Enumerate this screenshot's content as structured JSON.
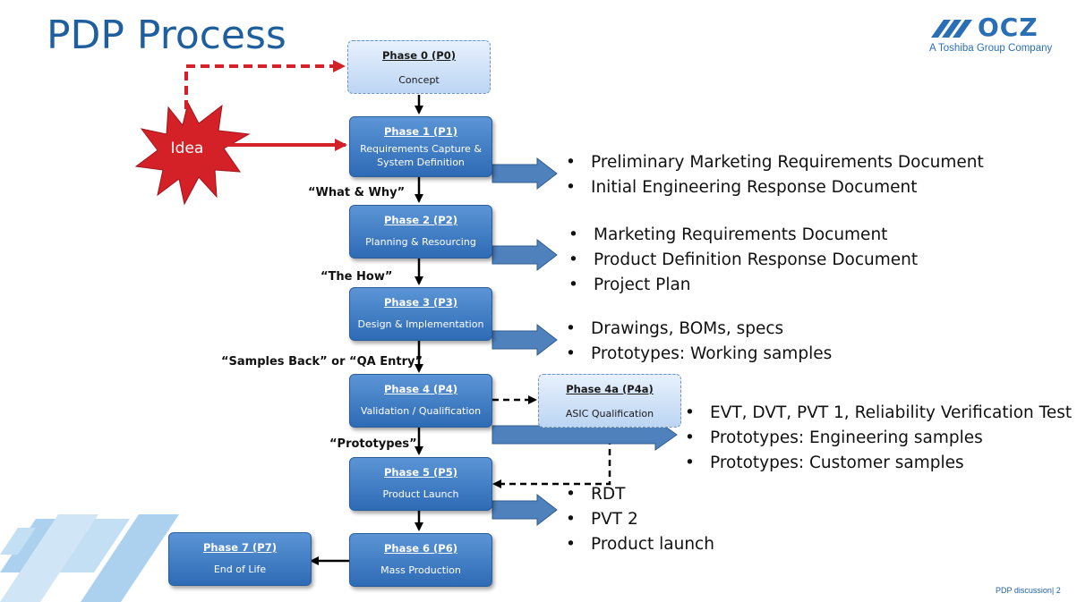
{
  "title": "PDP Process",
  "logo": {
    "brand": "OCZ",
    "tagline": "A Toshiba Group Company"
  },
  "idea_label": "Idea",
  "phases": [
    {
      "title": "Phase 0 (P0)",
      "desc": "Concept"
    },
    {
      "title": "Phase 1  (P1)",
      "desc": "Requirements Capture & System Definition"
    },
    {
      "title": "Phase 2  (P2)",
      "desc": "Planning & Resourcing"
    },
    {
      "title": "Phase 3 (P3)",
      "desc": "Design & Implementation"
    },
    {
      "title": "Phase 4 (P4)",
      "desc": "Validation / Qualification"
    },
    {
      "title": "Phase 4a (P4a)",
      "desc": "ASIC Qualification"
    },
    {
      "title": "Phase 5 (P5)",
      "desc": "Product Launch"
    },
    {
      "title": "Phase 6 (P6)",
      "desc": "Mass Production"
    },
    {
      "title": "Phase 7 (P7)",
      "desc": "End of Life"
    }
  ],
  "transitions": [
    "“What & Why”",
    "“The How”",
    "“Samples Back” or “QA Entry”",
    "“Prototypes”"
  ],
  "deliverables": [
    [
      "Preliminary Marketing Requirements Document",
      "Initial Engineering Response Document"
    ],
    [
      "Marketing Requirements Document",
      "Product Definition Response Document",
      "Project Plan"
    ],
    [
      "Drawings, BOMs, specs",
      "Prototypes:  Working samples"
    ],
    [
      "EVT, DVT, PVT 1, Reliability Verification Test",
      "Prototypes:  Engineering samples",
      "Prototypes: Customer samples"
    ],
    [
      "RDT",
      "PVT 2",
      "Product launch"
    ]
  ],
  "footer": "PDP discussion|  2",
  "colors": {
    "title": "#1f5f9e",
    "phase": "#2e6bb5",
    "idea": "#d42027",
    "arrow_fill": "#4f81bd",
    "stripes": "#9dc9ec"
  }
}
